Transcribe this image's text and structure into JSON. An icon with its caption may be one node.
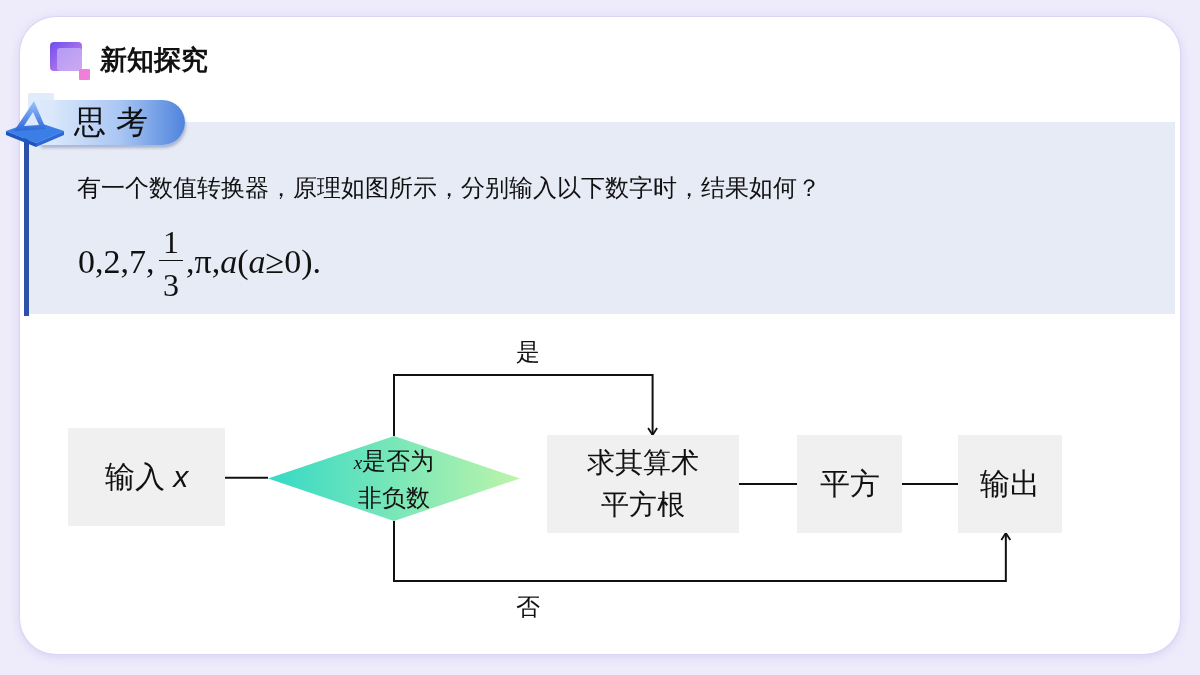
{
  "diagram": {
    "title": "新知探究",
    "nodes": [
      {
        "text": [
          "输入 *x*"
        ]
      },
      {
        "text": [
          "x是否为非负数"
        ]
      },
      {
        "text": [
          "求其算术平方根"
        ]
      },
      {
        "text": [
          "平方"
        ]
      },
      {
        "text": [
          "输出"
        ]
      }
    ],
    "edges": [
      {
        "from": 0,
        "to": 1,
        "arrow": "none"
      },
      {
        "from": 1,
        "to": 2,
        "arrow": "to",
        "label": "是"
      },
      {
        "from": 2,
        "to": 3,
        "arrow": "none"
      },
      {
        "from": 3,
        "to": 4,
        "arrow": "none"
      },
      {
        "from": 1,
        "to": 4,
        "arrow": "to",
        "label": "否"
      }
    ],
    "labels": [
      "思考",
      "有一个数值转换器，原理如图所示，分别输入以下数字时，结果如何？",
      "0,2,7,",
      "1",
      "3",
      ",π,*a*(*a*≥0)."
    ]
  }
}
